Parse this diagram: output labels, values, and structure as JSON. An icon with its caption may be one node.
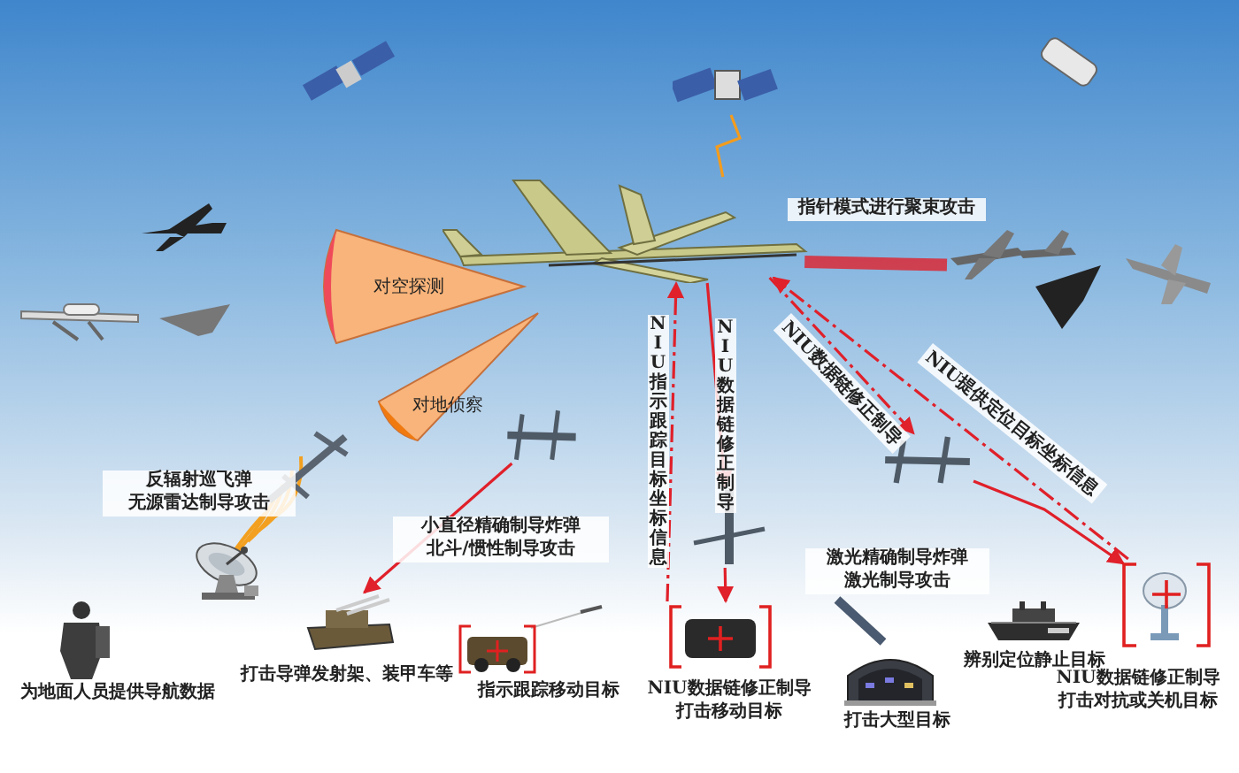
{
  "diagram": {
    "nodes": [
      {
        "text": [],
        "shape": "picture",
        "beside": [
          "指针模式进行聚束攻击"
        ]
      },
      {
        "text": [],
        "shape": "picture"
      },
      {
        "text": [
          "对空探测"
        ]
      },
      {
        "text": [
          "对地侦察"
        ]
      },
      {
        "text": [],
        "shape": "picture",
        "beside": [
          "反辐射巡飞弹",
          "无源雷达制导攻击"
        ]
      },
      {
        "text": [],
        "shape": "picture"
      },
      {
        "text": [],
        "shape": "picture",
        "beside": [
          "小直径精确制导炸弹",
          "北斗/惯性制导攻击"
        ]
      },
      {
        "text": [],
        "shape": "picture",
        "beside": [
          "打击导弹发射架、装甲车等"
        ]
      },
      {
        "text": [],
        "shape": "picture",
        "beside": [
          "为地面人员提供导航数据"
        ]
      },
      {
        "text": [],
        "shape": "picture",
        "beside": [
          "指示跟踪移动目标"
        ]
      },
      {
        "text": [],
        "shape": "picture"
      },
      {
        "text": [],
        "shape": "picture",
        "beside": [
          "NIU数据链修正制导",
          "打击移动目标"
        ]
      },
      {
        "text": [],
        "shape": "picture",
        "beside": [
          "激光精确制导炸弹",
          "激光制导攻击"
        ]
      },
      {
        "text": [],
        "shape": "picture",
        "beside": [
          "打击大型目标"
        ]
      },
      {
        "text": [],
        "shape": "picture",
        "beside": [
          "辨别定位静止目标"
        ]
      },
      {
        "text": [],
        "shape": "picture"
      },
      {
        "text": [],
        "shape": "picture",
        "beside": [
          "NIU数据链修正制导",
          "打击对抗或关机目标"
        ]
      },
      {
        "text": [],
        "shape": "picture"
      }
    ],
    "edges": [
      {
        "from": 1,
        "to": 0,
        "arrow": "none",
        "color": "#f39c1e"
      },
      {
        "from": 0,
        "to": 17,
        "arrow": "none",
        "style": "thick"
      },
      {
        "from": 6,
        "to": 7,
        "arrow": "to"
      },
      {
        "from": 11,
        "to": 0,
        "arrow": "to",
        "style": "dashed",
        "label": "NIU指示跟踪目标坐标信息"
      },
      {
        "from": 0,
        "to": 10,
        "arrow": "to",
        "label": "NIU数据链修正制导"
      },
      {
        "from": 10,
        "to": 11,
        "arrow": "to"
      },
      {
        "from": 0,
        "to": 15,
        "arrow": "to",
        "style": "dashed",
        "label": "NIU数据链修正制导"
      },
      {
        "from": 16,
        "to": 0,
        "arrow": "to",
        "style": "dashed",
        "label": "NIU提供定位目标坐标信息"
      },
      {
        "from": 15,
        "to": 16,
        "arrow": "to"
      }
    ]
  }
}
